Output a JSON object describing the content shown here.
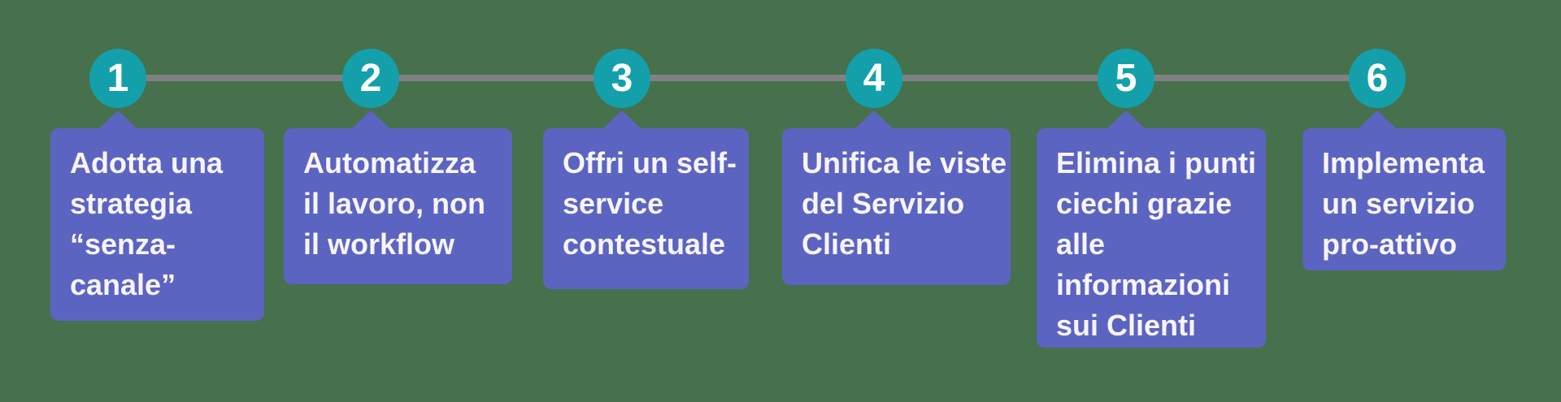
{
  "steps": [
    {
      "number": "1",
      "label": "Adotta una\nstrategia\n“senza-\ncanale”"
    },
    {
      "number": "2",
      "label": "Automatizza\nil lavoro, non\nil workflow"
    },
    {
      "number": "3",
      "label": "Offri un self-\nservice\ncontestuale"
    },
    {
      "number": "4",
      "label": "Unifica le viste\ndel Servizio\nClienti"
    },
    {
      "number": "5",
      "label": "Elimina i punti\nciechi grazie\nalle\ninformazioni\nsui Clienti"
    },
    {
      "number": "6",
      "label": "Implementa\nun servizio\npro-attivo"
    }
  ],
  "colors": {
    "background": "#47704d",
    "connector": "#7f8184",
    "node": "#14a0ab",
    "callout": "#5c64c1",
    "text": "#f7f5fb"
  }
}
